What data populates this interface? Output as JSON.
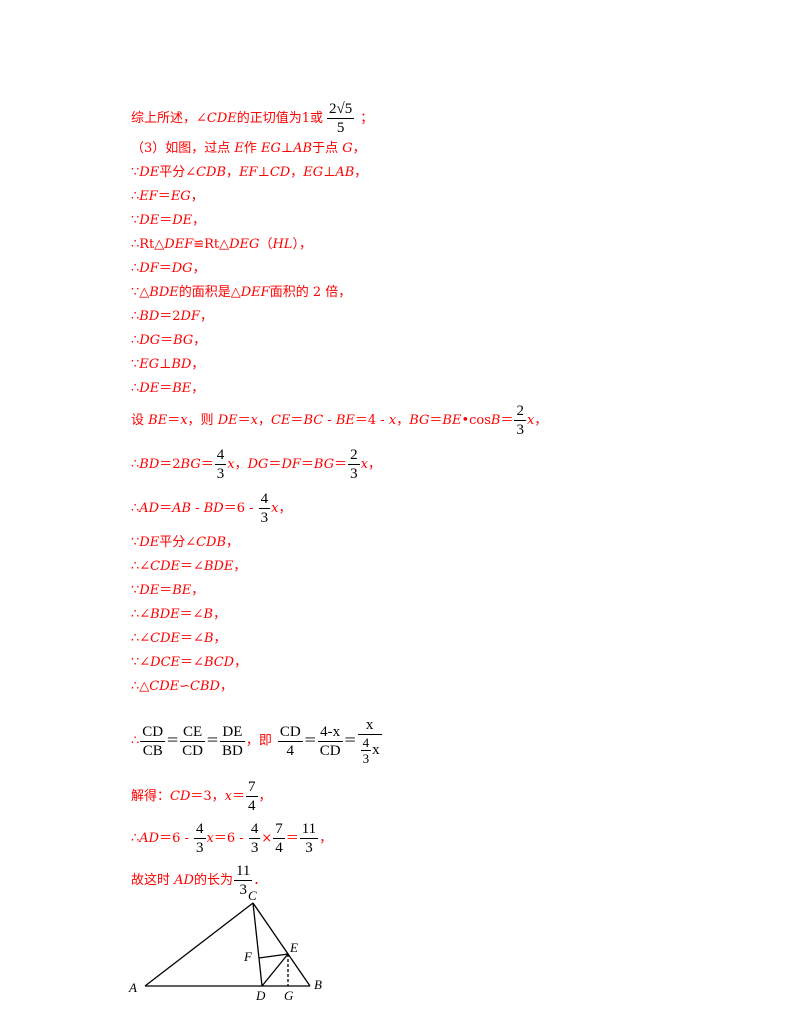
{
  "lines": [
    {
      "pre": "综上所述，∠",
      "v1": "CDE",
      "mid": "的正切值为1或",
      "post": "；",
      "frac": {
        "num": "2√5",
        "den": "5"
      }
    },
    {
      "text_pre": "（3）如图，过点 ",
      "v1": "E",
      "t1": "作 ",
      "v2": "EG",
      "t2": "⊥",
      "v3": "AB",
      "t3": "于点 ",
      "v4": "G",
      "t4": "，"
    },
    {
      "pre": "∵",
      "a": "DE",
      "b": "平分∠",
      "c": "CDB",
      "d": "，",
      "e": "EF",
      "f": "⊥",
      "g": "CD",
      "h": "，",
      "i": "EG",
      "j": "⊥",
      "k": "AB",
      "l": "，"
    },
    {
      "pre": "∴",
      "a": "EF",
      "b": "＝",
      "c": "EG",
      "d": "，"
    },
    {
      "pre": "∵",
      "a": "DE",
      "b": "＝",
      "c": "DE",
      "d": "，"
    },
    {
      "pre": "∴Rt△",
      "a": "DEF",
      "b": "≌Rt△",
      "c": "DEG",
      "d": "（",
      "e": "HL",
      "f": "），"
    },
    {
      "pre": "∴",
      "a": "DF",
      "b": "＝",
      "c": "DG",
      "d": "，"
    },
    {
      "pre": "∵△",
      "a": "BDE",
      "b": "的面积是△",
      "c": "DEF",
      "d": "面积的 2 倍，"
    },
    {
      "pre": "∴",
      "a": "BD",
      "b": "＝2",
      "c": "DF",
      "d": "，"
    },
    {
      "pre": "∴",
      "a": "DG",
      "b": "＝",
      "c": "BG",
      "d": "，"
    },
    {
      "pre": "∵",
      "a": "EG",
      "b": "⊥",
      "c": "BD",
      "d": "，"
    },
    {
      "pre": "∴",
      "a": "DE",
      "b": "＝",
      "c": "BE",
      "d": "，"
    }
  ],
  "set_line": {
    "pre": "设 ",
    "a": "BE",
    "b": "＝",
    "c": "x",
    "d": "，则 ",
    "e": "DE",
    "f": "＝",
    "g": "x",
    "h": "，",
    "i": "CE",
    "j": "＝",
    "k": "BC",
    "l": " - ",
    "m": "BE",
    "n": "＝4 - ",
    "o": "x",
    "p": "，",
    "q": "BG",
    "r": "＝",
    "s": "BE",
    "t": "•cos",
    "u": "B",
    "v": "＝",
    "w": "x",
    "z": "，",
    "frac": {
      "num": "2",
      "den": "3"
    }
  },
  "bd_line": {
    "pre": "∴",
    "a": "BD",
    "b": "＝2",
    "c": "BG",
    "d": "＝",
    "e": "x",
    "f": "，",
    "g": "DG",
    "h": "＝",
    "i": "DF",
    "j": "＝",
    "k": "BG",
    "l": "＝",
    "m": "x",
    "n": "，",
    "frac1": {
      "num": "4",
      "den": "3"
    },
    "frac2": {
      "num": "2",
      "den": "3"
    }
  },
  "ad_line": {
    "pre": "∴",
    "a": "AD",
    "b": "＝",
    "c": "AB",
    "d": " - ",
    "e": "BD",
    "f": "＝6 - ",
    "g": "x",
    "h": "，",
    "frac": {
      "num": "4",
      "den": "3"
    }
  },
  "lines2": [
    {
      "pre": "∵",
      "a": "DE",
      "b": "平分∠",
      "c": "CDB",
      "d": "，"
    },
    {
      "pre": "∴∠",
      "a": "CDE",
      "b": "＝∠",
      "c": "BDE",
      "d": "，"
    },
    {
      "pre": "∵",
      "a": "DE",
      "b": "＝",
      "c": "BE",
      "d": "，"
    },
    {
      "pre": "∴∠",
      "a": "BDE",
      "b": "＝∠",
      "c": "B",
      "d": "，"
    },
    {
      "pre": "∴∠",
      "a": "CDE",
      "b": "＝∠",
      "c": "B",
      "d": "，"
    },
    {
      "pre": "∵∠",
      "a": "DCE",
      "b": "＝∠",
      "c": "BCD",
      "d": "，"
    },
    {
      "pre": "∴△",
      "a": "CDE",
      "b": "∽",
      "c": "CBD",
      "d": "，"
    }
  ],
  "ratio_line": {
    "pre": "∴",
    "f1": {
      "num": "CD",
      "den": "CB"
    },
    "eq1": "＝",
    "f2": {
      "num": "CE",
      "den": "CD"
    },
    "eq2": "＝",
    "f3": {
      "num": "DE",
      "den": "BD"
    },
    "mid": "，即",
    "f4": {
      "num": "CD",
      "den": "4"
    },
    "eq3": "＝",
    "f5": {
      "num": "4-x",
      "den": "CD"
    },
    "eq4": "＝",
    "f6_top": "x",
    "f6_inner": {
      "num": "4",
      "den": "3"
    },
    "f6_x": "x"
  },
  "solve_line": {
    "pre": "解得：",
    "a": "CD",
    "b": "＝3，",
    "c": "x",
    "d": "＝",
    "e": "，",
    "frac": {
      "num": "7",
      "den": "4"
    }
  },
  "calc_line": {
    "pre": "∴",
    "a": "AD",
    "b": "＝6 - ",
    "c": "x",
    "d": "＝6 - ",
    "e": "×",
    "f": "＝",
    "g": "，",
    "frac1": {
      "num": "4",
      "den": "3"
    },
    "frac2": {
      "num": "4",
      "den": "3"
    },
    "frac3": {
      "num": "7",
      "den": "4"
    },
    "frac4": {
      "num": "11",
      "den": "3"
    }
  },
  "final_line": {
    "pre": "故这时 ",
    "a": "AD",
    "b": "的长为",
    "c": "．",
    "frac": {
      "num": "11",
      "den": "3"
    }
  },
  "figure": {
    "labels": {
      "A": "A",
      "B": "B",
      "C": "C",
      "D": "D",
      "E": "E",
      "F": "F",
      "G": "G"
    }
  }
}
